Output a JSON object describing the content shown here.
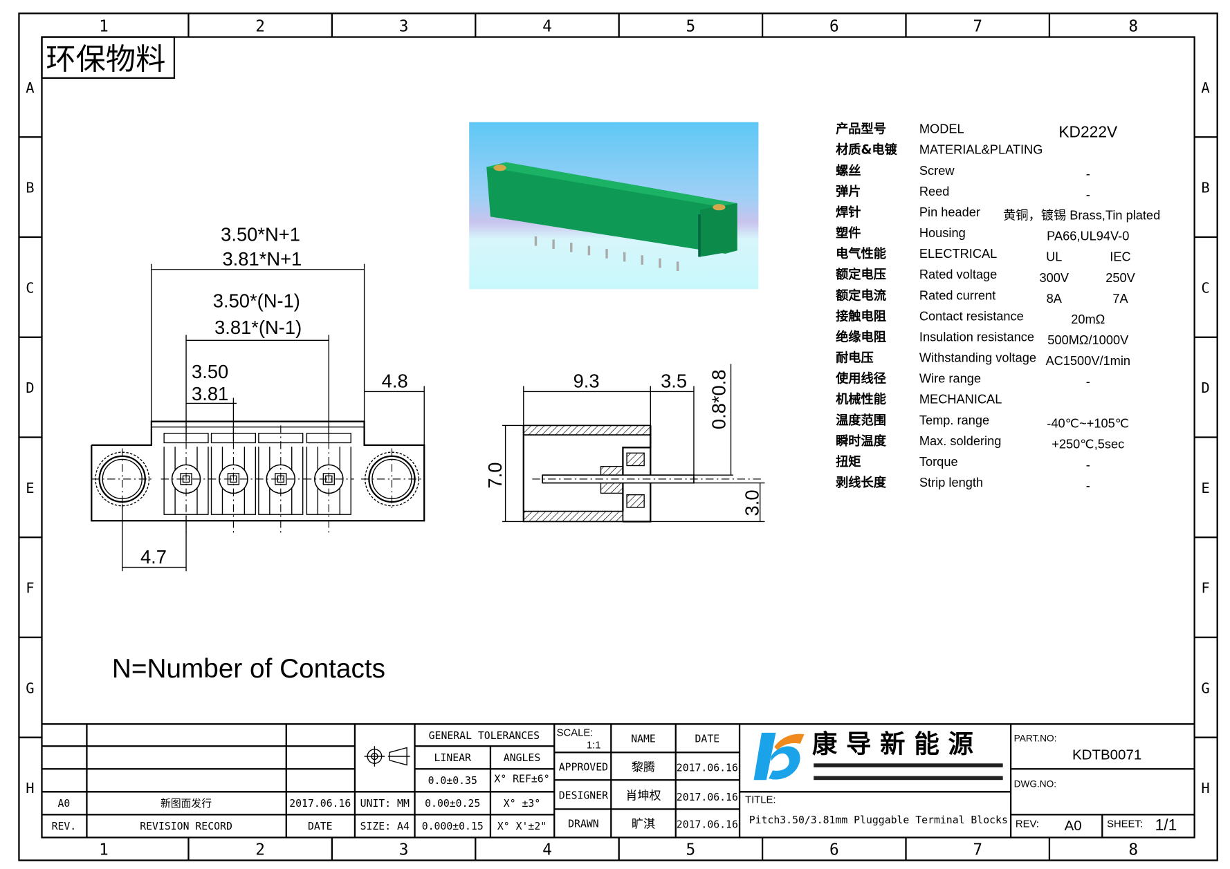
{
  "frame": {
    "columns": [
      "1",
      "2",
      "3",
      "4",
      "5",
      "6",
      "7",
      "8"
    ],
    "rows": [
      "A",
      "B",
      "C",
      "D",
      "E",
      "F",
      "G",
      "H"
    ]
  },
  "stamp": "环保物料",
  "front_view": {
    "dim_total_350": "3.50*N+1",
    "dim_total_381": "3.81*N+1",
    "dim_span_350": "3.50*(N-1)",
    "dim_span_381": "3.81*(N-1)",
    "dim_pitch_350": "3.50",
    "dim_pitch_381": "3.81",
    "dim_right": "4.8",
    "dim_left": "4.7"
  },
  "side_view": {
    "dim_length": "9.3",
    "dim_pin": "3.5",
    "dim_pin_section": "0.8*0.8",
    "dim_height": "7.0",
    "dim_pin_offset": "3.0"
  },
  "note": "N=Number of Contacts",
  "specs": [
    {
      "cn": "产品型号",
      "en": "MODEL",
      "value": "KD222V"
    },
    {
      "cn": "材质&电镀",
      "en": "MATERIAL&PLATING",
      "value": ""
    },
    {
      "cn": "螺丝",
      "en": "Screw",
      "value": "-"
    },
    {
      "cn": "弹片",
      "en": "Reed",
      "value": "-"
    },
    {
      "cn": "焊针",
      "en": "Pin header",
      "value": "黄铜，镀锡 Brass,Tin plated"
    },
    {
      "cn": "塑件",
      "en": "Housing",
      "value": "PA66,UL94V-0"
    },
    {
      "cn": "电气性能",
      "en": "ELECTRICAL",
      "ul": "UL",
      "iec": "IEC"
    },
    {
      "cn": "额定电压",
      "en": "Rated voltage",
      "ul": "300V",
      "iec": "250V"
    },
    {
      "cn": "额定电流",
      "en": "Rated current",
      "ul": "8A",
      "iec": "7A"
    },
    {
      "cn": "接触电阻",
      "en": "Contact resistance",
      "value": "20mΩ"
    },
    {
      "cn": "绝缘电阻",
      "en": "Insulation resistance",
      "value": "500MΩ/1000V"
    },
    {
      "cn": "耐电压",
      "en": "Withstanding voltage",
      "value": "AC1500V/1min"
    },
    {
      "cn": "使用线径",
      "en": "Wire range",
      "value": "-"
    },
    {
      "cn": "机械性能",
      "en": "MECHANICAL",
      "value": ""
    },
    {
      "cn": "温度范围",
      "en": "Temp. range",
      "value": "-40℃~+105℃"
    },
    {
      "cn": "瞬时温度",
      "en": "Max. soldering",
      "value": "+250℃,5sec"
    },
    {
      "cn": "扭矩",
      "en": "Torque",
      "value": "-"
    },
    {
      "cn": "剥线长度",
      "en": "Strip length",
      "value": "-"
    }
  ],
  "title_block": {
    "rev_a0": "A0",
    "rev_record_text": "新图面发行",
    "rev_date": "2017.06.16",
    "rev_header": "REV.",
    "revision_record_header": "REVISION RECORD",
    "date_header": "DATE",
    "unit": "UNIT: MM",
    "size": "SIZE: A4",
    "general_tolerances": "GENERAL TOLERANCES",
    "linear": "LINEAR",
    "angles": "ANGLES",
    "lin1": "0.0±0.35",
    "lin2": "0.00±0.25",
    "lin3": "0.000±0.15",
    "ang1": "X° REF±6°",
    "ang2": "X° ±3°",
    "ang3": "X° X'±2\"",
    "scale_label": "SCALE:",
    "scale_value": "1:1",
    "name_header": "NAME",
    "date_header2": "DATE",
    "approved": "APPROVED",
    "approved_name": "黎腾",
    "approved_date": "2017.06.16",
    "designer": "DESIGNER",
    "designer_name": "肖坤权",
    "designer_date": "2017.06.16",
    "drawn": "DRAWN",
    "drawn_name": "旷淇",
    "drawn_date": "2017.06.16",
    "company": "康 导 新 能 源",
    "title_label": "TITLE:",
    "title": "Pitch3.50/3.81mm Pluggable Terminal Blocks",
    "part_no_label": "PART.NO:",
    "part_no": "KDTB0071",
    "dwg_no_label": "DWG.NO:",
    "rev_label": "REV:",
    "rev_value": "A0",
    "sheet_label": "SHEET:",
    "sheet_value": "1/1"
  },
  "colors": {
    "logo_blue": "#1aa3e8",
    "logo_orange": "#f08a1c",
    "housing_green": "#0e9a55"
  }
}
